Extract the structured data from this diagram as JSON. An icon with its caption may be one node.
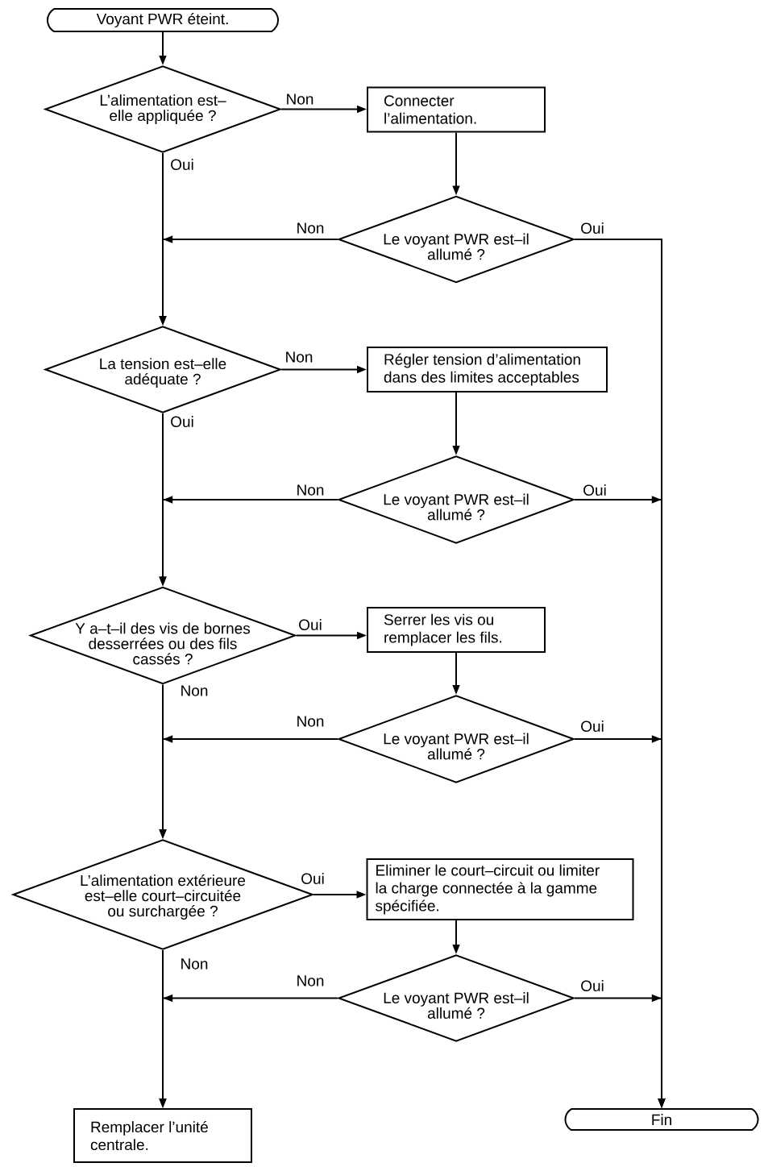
{
  "diagram": {
    "nodes": [
      {
        "text": [
          "Voyant PWR éteint."
        ]
      },
      {
        "text": [
          "L’alimentation est– elle appliquée ?"
        ]
      },
      {
        "text": [
          "Connecter l’alimentation."
        ]
      },
      {
        "text": [
          "Le voyant PWR est–il allumé ?"
        ]
      },
      {
        "text": [
          "La tension est–elle adéquate ?"
        ]
      },
      {
        "text": [
          "Régler tension d’alimentation dans des limites acceptables"
        ]
      },
      {
        "text": [
          "Le voyant PWR est–il allumé ?"
        ]
      },
      {
        "text": [
          "Y a–t–il des vis de bornes desserrées ou des fils cassés ?"
        ]
      },
      {
        "text": [
          "Serrer les vis ou remplacer les fils."
        ]
      },
      {
        "text": [
          "Le voyant PWR est–il allumé ?"
        ]
      },
      {
        "text": [
          "L’alimentation extérieure est–elle court–circuitée ou surchargée ?"
        ]
      },
      {
        "text": [
          "Eliminer le court–circuit ou limiter la charge connectée à la gamme spécifiée."
        ]
      },
      {
        "text": [
          "Le voyant PWR est–il allumé ?"
        ]
      },
      {
        "text": [
          "Remplacer l’unité centrale."
        ]
      },
      {
        "text": [
          "Fin"
        ]
      }
    ],
    "edges": [
      {
        "from": 0,
        "to": 1,
        "arrow": "to"
      },
      {
        "from": 1,
        "to": 2,
        "arrow": "to",
        "label": "Non"
      },
      {
        "from": 1,
        "to": 4,
        "arrow": "to",
        "label": "Oui"
      },
      {
        "from": 2,
        "to": 3,
        "arrow": "to"
      },
      {
        "from": 3,
        "to": 4,
        "arrow": "to",
        "label": "Non"
      },
      {
        "from": 3,
        "to": 14,
        "arrow": "to",
        "label": "Oui"
      },
      {
        "from": 4,
        "to": 5,
        "arrow": "to",
        "label": "Non"
      },
      {
        "from": 4,
        "to": 7,
        "arrow": "to",
        "label": "Oui"
      },
      {
        "from": 5,
        "to": 6,
        "arrow": "to"
      },
      {
        "from": 6,
        "to": 7,
        "arrow": "to",
        "label": "Non"
      },
      {
        "from": 6,
        "to": 14,
        "arrow": "to",
        "label": "Oui"
      },
      {
        "from": 7,
        "to": 8,
        "arrow": "to",
        "label": "Oui"
      },
      {
        "from": 7,
        "to": 10,
        "arrow": "to",
        "label": "Non"
      },
      {
        "from": 8,
        "to": 9,
        "arrow": "to"
      },
      {
        "from": 9,
        "to": 10,
        "arrow": "to",
        "label": "Non"
      },
      {
        "from": 9,
        "to": 14,
        "arrow": "to",
        "label": "Oui"
      },
      {
        "from": 10,
        "to": 11,
        "arrow": "to",
        "label": "Oui"
      },
      {
        "from": 10,
        "to": 13,
        "arrow": "to",
        "label": "Non"
      },
      {
        "from": 11,
        "to": 12,
        "arrow": "to"
      },
      {
        "from": 12,
        "to": 13,
        "arrow": "to",
        "label": "Non"
      },
      {
        "from": 12,
        "to": 14,
        "arrow": "to",
        "label": "Oui"
      }
    ]
  }
}
